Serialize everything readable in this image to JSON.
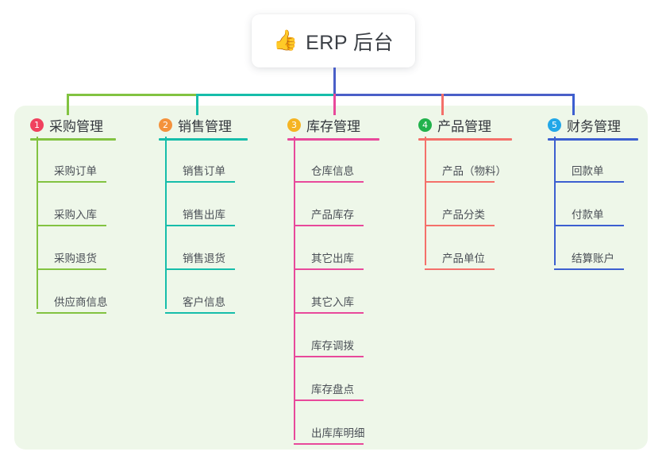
{
  "diagram": {
    "type": "tree-mindmap",
    "root": {
      "icon": "thumbs-up-icon",
      "emoji": "👍",
      "title": "ERP 后台"
    },
    "panel_color": "#eef7e9",
    "branches": [
      {
        "index": "1",
        "title": "采购管理",
        "color": "#82c341",
        "badge_color": "#f0415e",
        "items": [
          {
            "label": "采购订单"
          },
          {
            "label": "采购入库"
          },
          {
            "label": "采购退货"
          },
          {
            "label": "供应商信息"
          }
        ]
      },
      {
        "index": "2",
        "title": "销售管理",
        "color": "#16bdaa",
        "badge_color": "#f4923c",
        "items": [
          {
            "label": "销售订单"
          },
          {
            "label": "销售出库"
          },
          {
            "label": "销售退货"
          },
          {
            "label": "客户信息"
          }
        ]
      },
      {
        "index": "3",
        "title": "库存管理",
        "color": "#e8499b",
        "badge_color": "#f5b423",
        "items": [
          {
            "label": "仓库信息"
          },
          {
            "label": "产品库存"
          },
          {
            "label": "其它出库"
          },
          {
            "label": "其它入库"
          },
          {
            "label": "库存调拨"
          },
          {
            "label": "库存盘点"
          },
          {
            "label": "出库库明细"
          }
        ]
      },
      {
        "index": "4",
        "title": "产品管理",
        "color": "#f4706a",
        "badge_color": "#22b24c",
        "items": [
          {
            "label": "产品（物料）"
          },
          {
            "label": "产品分类"
          },
          {
            "label": "产品单位"
          }
        ]
      },
      {
        "index": "5",
        "title": "财务管理",
        "color": "#3c5fd0",
        "badge_color": "#22a7e8",
        "items": [
          {
            "label": "回款单"
          },
          {
            "label": "付款单"
          },
          {
            "label": "结算账户"
          }
        ]
      }
    ],
    "bus": {
      "left_color": "#82c341",
      "mid_color": "#16bdaa",
      "right_color": "#4a5fc8",
      "root_stem_color": "#4a5fc8"
    }
  }
}
